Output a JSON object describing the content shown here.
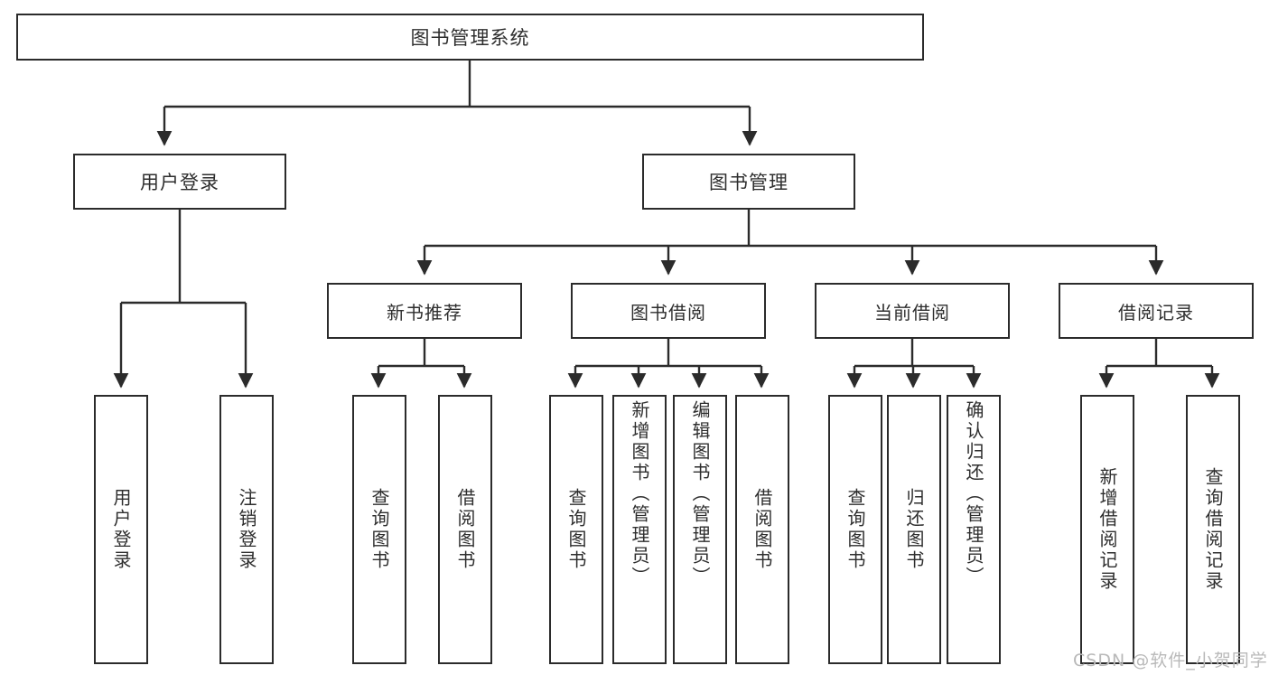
{
  "diagram": {
    "title": "图书管理系统",
    "type": "function-decomposition-tree",
    "root": {
      "label": "图书管理系统"
    },
    "level2": [
      {
        "label": "用户登录"
      },
      {
        "label": "图书管理"
      }
    ],
    "level3": [
      {
        "label": "新书推荐"
      },
      {
        "label": "图书借阅"
      },
      {
        "label": "当前借阅"
      },
      {
        "label": "借阅记录"
      }
    ],
    "leaves": {
      "user_login": [
        {
          "label": "用户登录"
        },
        {
          "label": "注销登录"
        }
      ],
      "new_book_recommend": [
        {
          "label": "查询图书"
        },
        {
          "label": "借阅图书"
        }
      ],
      "book_borrow": [
        {
          "label": "查询图书"
        },
        {
          "label": "新增图书（管理员）"
        },
        {
          "label": "编辑图书（管理员）"
        },
        {
          "label": "借阅图书"
        }
      ],
      "current_borrow": [
        {
          "label": "查询图书"
        },
        {
          "label": "归还图书"
        },
        {
          "label": "确认归还（管理员）"
        }
      ],
      "borrow_record": [
        {
          "label": "新增借阅记录"
        },
        {
          "label": "查询借阅记录"
        }
      ]
    }
  },
  "watermark": {
    "text": "CSDN @软件_小贺同学"
  },
  "colors": {
    "stroke": "#2b2b2b",
    "text": "#2e2e2e",
    "background": "#ffffff",
    "watermark": "#b9b9b9"
  }
}
